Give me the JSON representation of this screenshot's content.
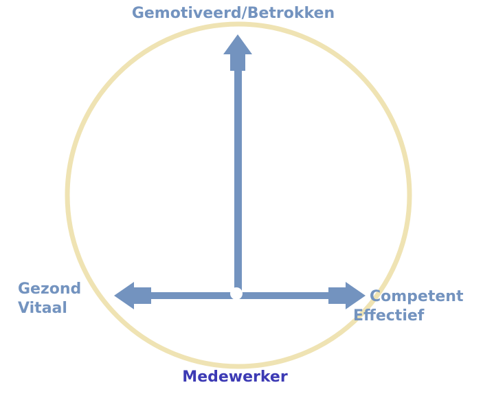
{
  "colors": {
    "circle": "#efe3b3",
    "arrow": "#7393bf",
    "axis_label": "#7393bf",
    "center_label": "#3c3ab4",
    "center_dot": "#ffffff"
  },
  "labels": {
    "top": "Gemotiveerd/Betrokken",
    "left_line1": "Gezond",
    "left_line2": "Vitaal",
    "right_line1": "Competent",
    "right_line2": "Effectief",
    "bottom": "Medewerker"
  }
}
